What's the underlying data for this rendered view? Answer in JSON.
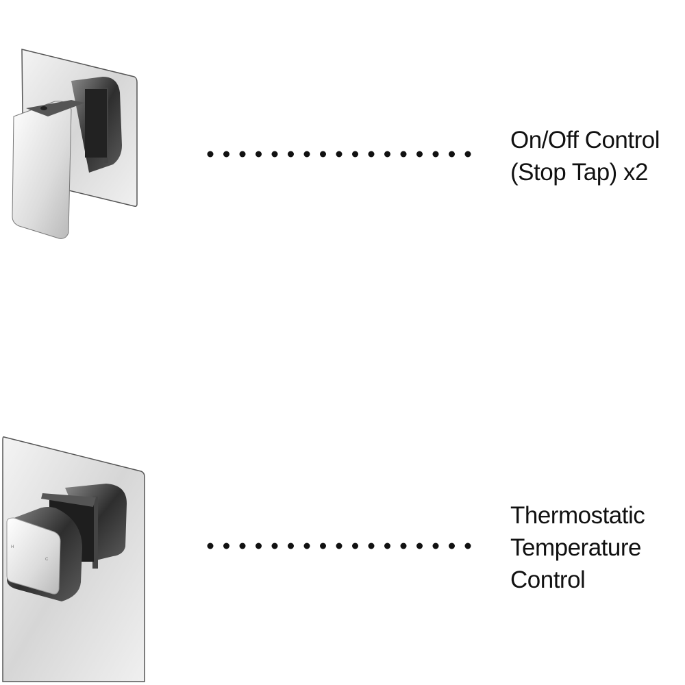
{
  "items": [
    {
      "name": "on-off-control",
      "lines": [
        "On/Off Control",
        "(Stop Tap) x2"
      ],
      "dot_count": 17
    },
    {
      "name": "thermostatic-control",
      "lines": [
        "Thermostatic",
        "Temperature",
        "Control"
      ],
      "dot_count": 17,
      "knob_markings": [
        "H",
        "C"
      ]
    }
  ],
  "colors": {
    "text": "#111111",
    "dots": "#111111",
    "chrome_dark": "#3a3a3a",
    "chrome_light": "#e8e8e8"
  }
}
